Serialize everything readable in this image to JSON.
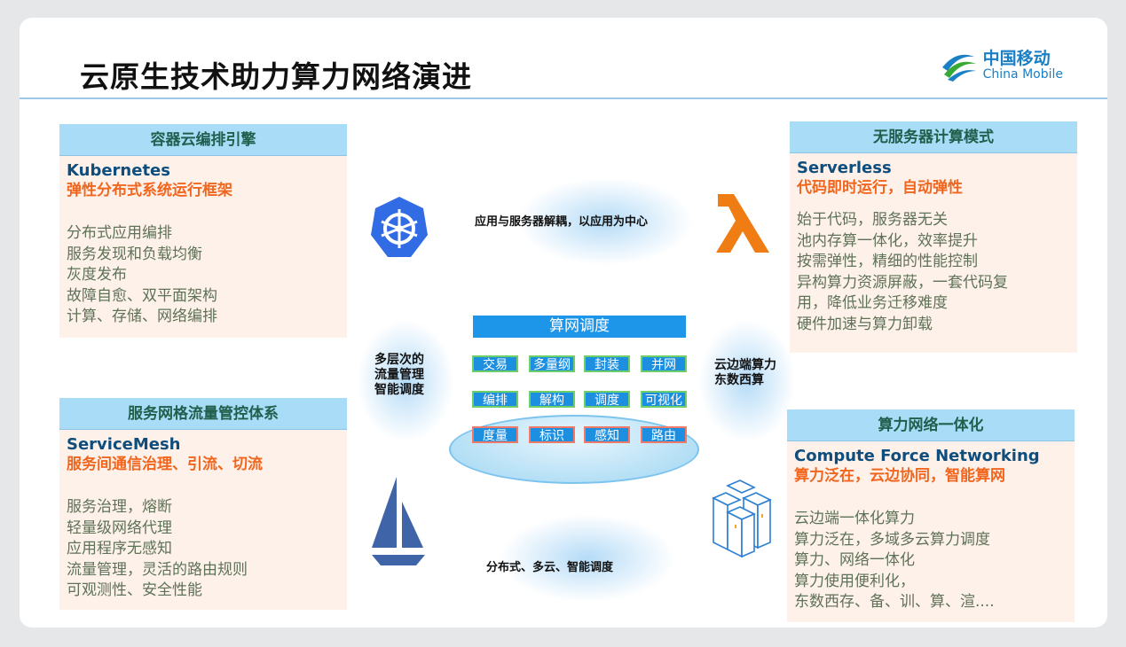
{
  "title": "云原生技术助力算力网络演进",
  "logo": {
    "cn": "中国移动",
    "en": "China Mobile"
  },
  "cards": [
    {
      "header": "容器云编排引擎",
      "name": "Kubernetes",
      "tagline": "弹性分布式系统运行框架",
      "items": [
        "分布式应用编排",
        "服务发现和负载均衡",
        "灰度发布",
        "故障自愈、双平面架构",
        "计算、存储、网络编排"
      ]
    },
    {
      "header": "服务网格流量管控体系",
      "name": "ServiceMesh",
      "tagline": "服务间通信治理、引流、切流",
      "items": [
        "服务治理，熔断",
        "轻量级网络代理",
        "应用程序无感知",
        "流量管理，灵活的路由规则",
        "可观测性、安全性能"
      ]
    },
    {
      "header": "无服务器计算模式",
      "name": "Serverless",
      "tagline": "代码即时运行，自动弹性",
      "items": [
        "始于代码，服务器无关",
        "池内存算一体化，效率提升",
        "按需弹性，精细的性能控制",
        "异构算力资源屏蔽，一套代码复",
        "用，降低业务迁移难度",
        "硬件加速与算力卸载"
      ]
    },
    {
      "header": "算力网络一体化",
      "name": "Compute Force Networking",
      "tagline": "算力泛在，云边协同，智能算网",
      "items": [
        "云边端一体化算力",
        "算力泛在，多域多云算力调度",
        "算力、网络一体化",
        "算力使用便利化，",
        "东数西存、备、训、算、渲...."
      ]
    }
  ],
  "center": {
    "title": "算网调度",
    "chips": [
      [
        "交易",
        "多量纲",
        "封装",
        "并网"
      ],
      [
        "编排",
        "解构",
        "调度",
        "可视化"
      ],
      [
        "度量",
        "标识",
        "感知",
        "路由"
      ]
    ]
  },
  "labels": {
    "top": "应用与服务器解耦，以应用为中心",
    "left": [
      "多层次的",
      "流量管理",
      "智能调度"
    ],
    "right": [
      "云边端算力",
      "东数西算"
    ],
    "bottom": "分布式、多云、智能调度"
  },
  "colors": {
    "accent": "#1d96ea",
    "header_bg": "#a9dcf7",
    "body_bg": "#fdf1ea",
    "orange": "#f0661e",
    "navy": "#0f4e7c"
  }
}
